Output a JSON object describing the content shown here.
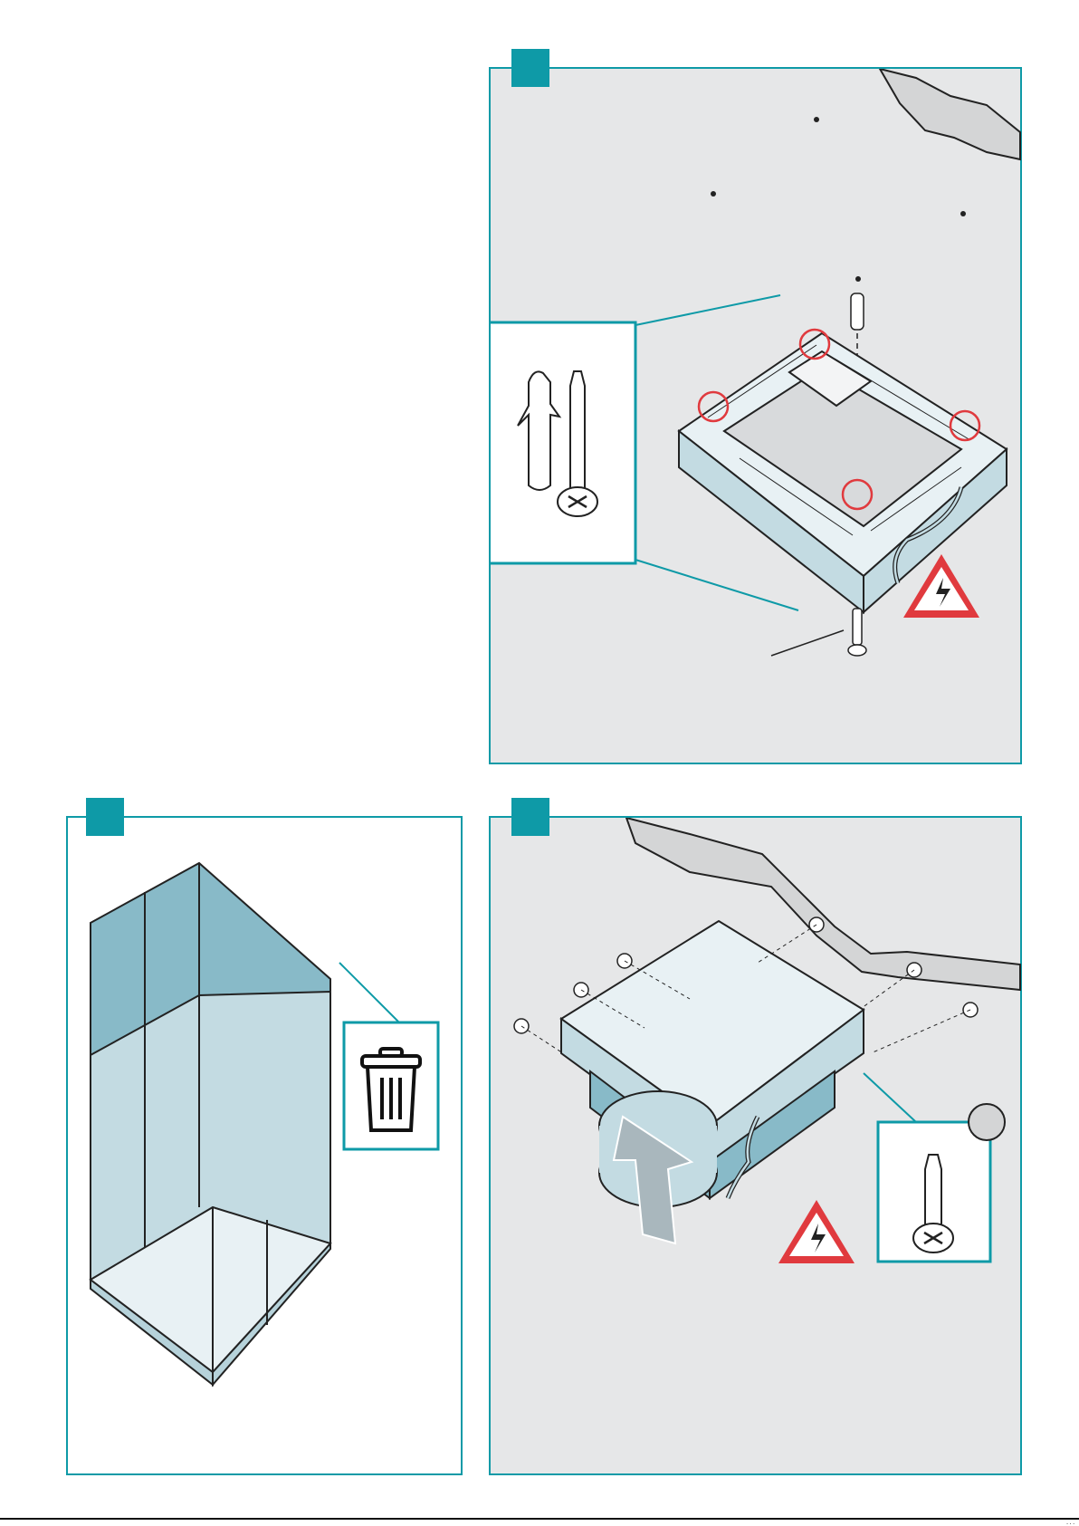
{
  "document": {
    "footer_code": "..."
  },
  "steps": [
    {
      "position": "top-right",
      "icons": [
        "wall-plug-icon",
        "wood-screw-icon",
        "electric-hazard-icon"
      ]
    },
    {
      "position": "bottom-left",
      "icons": [
        "trash-bin-icon"
      ]
    },
    {
      "position": "bottom-right",
      "icons": [
        "screw-icon",
        "upward-arrow-icon",
        "electric-hazard-icon"
      ]
    }
  ],
  "colors": {
    "accent": "#0e9aa7",
    "panel_bg": "#e6e7e8",
    "metal": "#c3dbe2",
    "metal_dark": "#88bac8",
    "warning_red": "#e03a3e"
  }
}
